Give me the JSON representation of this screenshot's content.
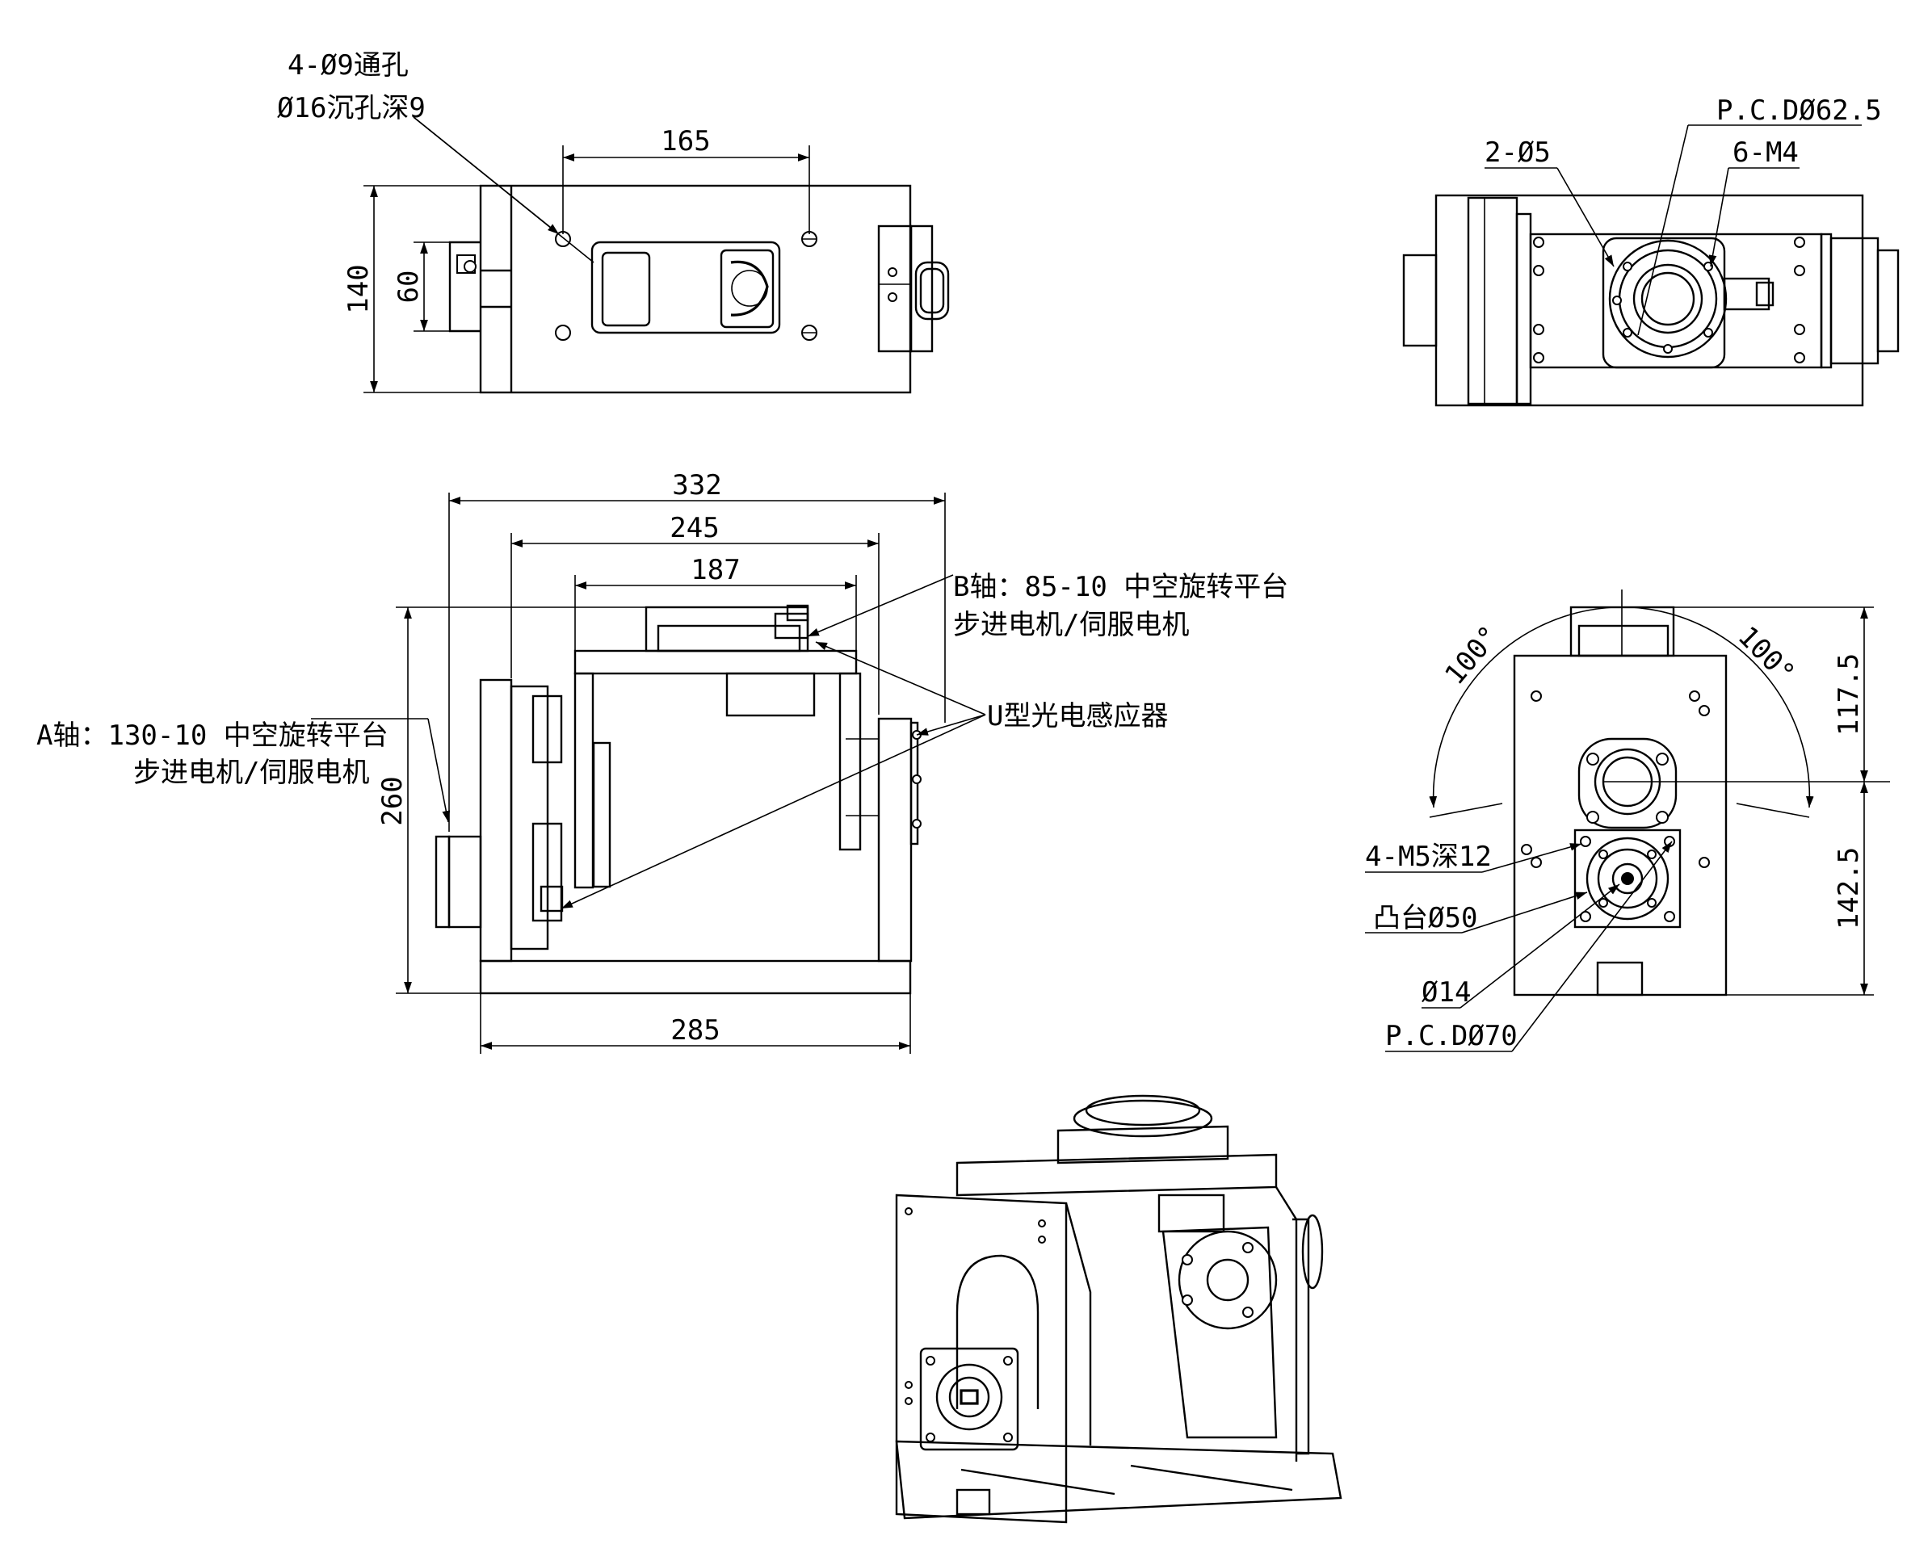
{
  "title": "",
  "top_view": {
    "hole_note_line1": "4-Ø9通孔",
    "hole_note_line2": "Ø16沉孔深9",
    "dim_hole_spacing": "165",
    "dim_height": "140",
    "dim_inner_height": "60"
  },
  "front_view": {
    "dim_overall_width": "332",
    "dim_width_mid": "245",
    "dim_width_top": "187",
    "dim_height": "260",
    "dim_base_width": "285",
    "b_axis_line1": "B轴：85-10 中空旋转平台",
    "b_axis_line2": "步进电机/伺服电机",
    "a_axis_line1": "A轴：130-10 中空旋转平台",
    "a_axis_line2": "步进电机/伺服电机",
    "sensor_label": "U型光电感应器"
  },
  "top_right_view": {
    "pcd": "P.C.DØ62.5",
    "holes_2": "2-Ø5",
    "holes_6": "6-M4"
  },
  "side_view": {
    "angle_left": "100°",
    "angle_right": "100°",
    "dim_upper": "117.5",
    "dim_lower": "142.5",
    "holes_m5": "4-M5深12",
    "boss": "凸台Ø50",
    "bore": "Ø14",
    "pcd": "P.C.DØ70"
  }
}
